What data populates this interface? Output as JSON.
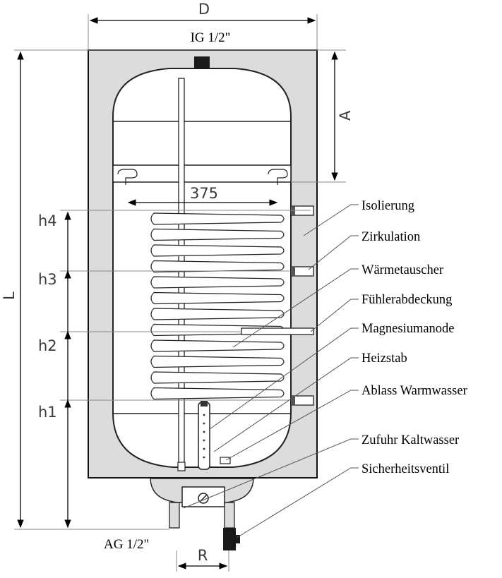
{
  "dimensions": {
    "D": "D",
    "L": "L",
    "A": "A",
    "R": "R",
    "width_375": "375",
    "h1": "h1",
    "h2": "h2",
    "h3": "h3",
    "h4": "h4"
  },
  "connections": {
    "top": "IG 1/2\"",
    "bottom": "AG 1/2\""
  },
  "labels": [
    "Isolierung",
    "Zirkulation",
    "Wärmetauscher",
    "Fühlerabdeckung",
    "Magnesiumanode",
    "Heizstab",
    "Ablass Warmwasser",
    "Zufuhr Kaltwasser",
    "Sicherheitsventil"
  ],
  "colors": {
    "casing": "#dcdcdc",
    "tank": "#ffffff",
    "coil": "#ffffff",
    "dark": "#1a1a1a"
  }
}
